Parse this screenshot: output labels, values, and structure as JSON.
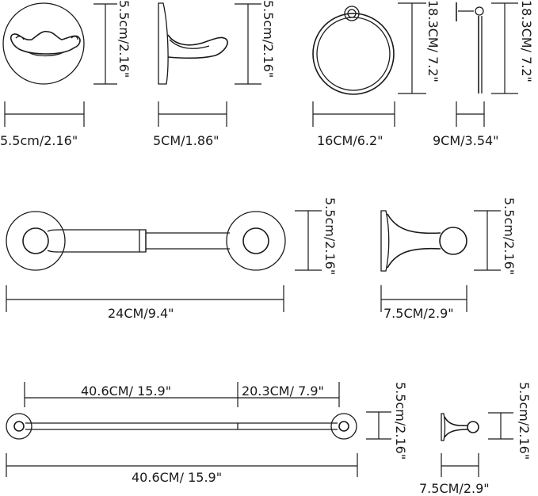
{
  "diagram": {
    "robe_hook_front": {
      "height_label": "5.5cm/2.16\"",
      "width_label": "5.5cm/2.16\""
    },
    "robe_hook_side": {
      "height_label": "5.5cm/2.16\"",
      "width_label": "5CM/1.86\""
    },
    "towel_ring_front": {
      "height_label": "18.3CM/ 7.2\"",
      "width_label": "16CM/6.2\""
    },
    "towel_ring_side": {
      "height_label": "18.3CM/ 7.2\"",
      "width_label": "9CM/3.54\""
    },
    "paper_holder": {
      "height_label": "5.5cm/2.16\"",
      "width_label": "24CM/9.4\""
    },
    "paper_holder_side": {
      "height_label": "5.5cm/2.16\"",
      "width_label": "7.5CM/2.9\""
    },
    "towel_bar": {
      "height_label": "5.5cm/2.16\"",
      "segment_left_label": "40.6CM/ 15.9\"",
      "segment_right_label": "20.3CM/ 7.9\"",
      "total_label": "40.6CM/ 15.9\""
    },
    "towel_bar_side": {
      "height_label": "5.5cm/2.16\"",
      "width_label": "7.5CM/2.9\""
    }
  }
}
